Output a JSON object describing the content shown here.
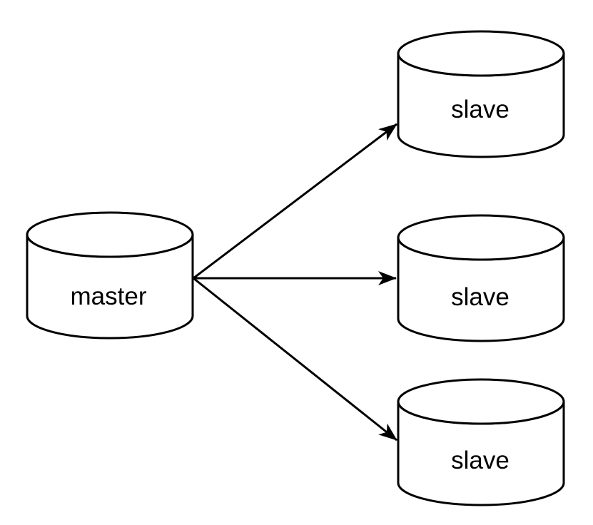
{
  "diagram": {
    "type": "database-replication-topology",
    "colors": {
      "background": "#ffffff",
      "node_fill": "#ffffff",
      "stroke": "#000000",
      "text": "#000000"
    },
    "nodes": [
      {
        "id": "master",
        "label": "master",
        "shape": "database-cylinder"
      },
      {
        "id": "slave-1",
        "label": "slave",
        "shape": "database-cylinder"
      },
      {
        "id": "slave-2",
        "label": "slave",
        "shape": "database-cylinder"
      },
      {
        "id": "slave-3",
        "label": "slave",
        "shape": "database-cylinder"
      }
    ],
    "edges": [
      {
        "from": "master",
        "to": "slave-1",
        "style": "solid-arrow"
      },
      {
        "from": "master",
        "to": "slave-2",
        "style": "solid-arrow"
      },
      {
        "from": "master",
        "to": "slave-3",
        "style": "solid-arrow"
      }
    ]
  }
}
